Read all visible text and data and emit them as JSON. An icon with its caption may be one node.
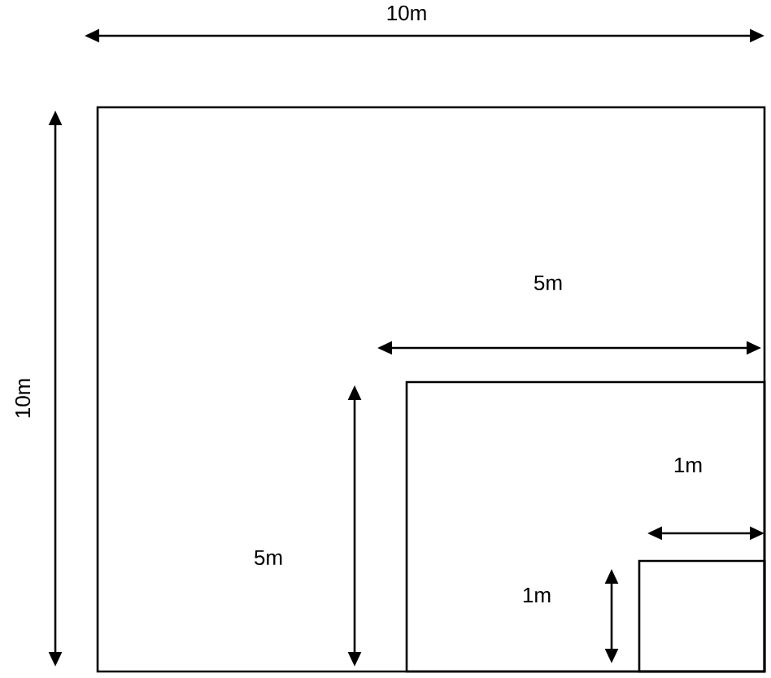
{
  "diagram": {
    "nodes": [
      {
        "text": [],
        "shape": "box"
      },
      {
        "text": [],
        "shape": "box",
        "in": 0
      },
      {
        "text": [],
        "shape": "box",
        "in": 1
      }
    ],
    "labels": [
      "10m",
      "10m",
      "5m",
      "5m",
      "1m",
      "1m"
    ]
  }
}
